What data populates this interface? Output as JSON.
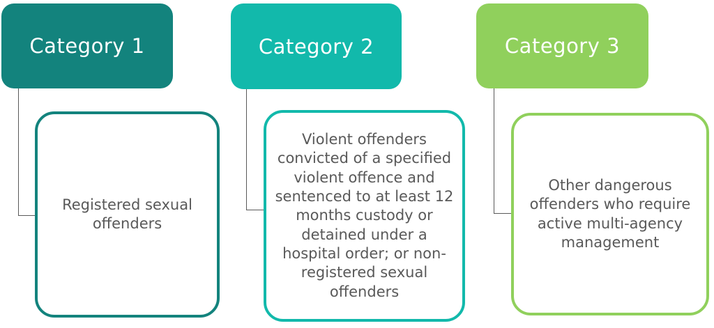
{
  "diagram": {
    "background_color": "#ffffff",
    "connector_color": "#595959",
    "description_text_color": "#595959",
    "header_text_color": "#ffffff",
    "categories": [
      {
        "label": "Category 1",
        "description": "Registered sexual offenders",
        "color": "#13837D"
      },
      {
        "label": "Category 2",
        "description": "Violent offenders convicted of a specified violent offence and sentenced to at least 12 months custody or detained under a hospital order; or non-registered sexual offenders",
        "color": "#12B9AB"
      },
      {
        "label": "Category 3",
        "description": "Other dangerous offenders who require active multi-agency management",
        "color": "#90D05C"
      }
    ]
  }
}
